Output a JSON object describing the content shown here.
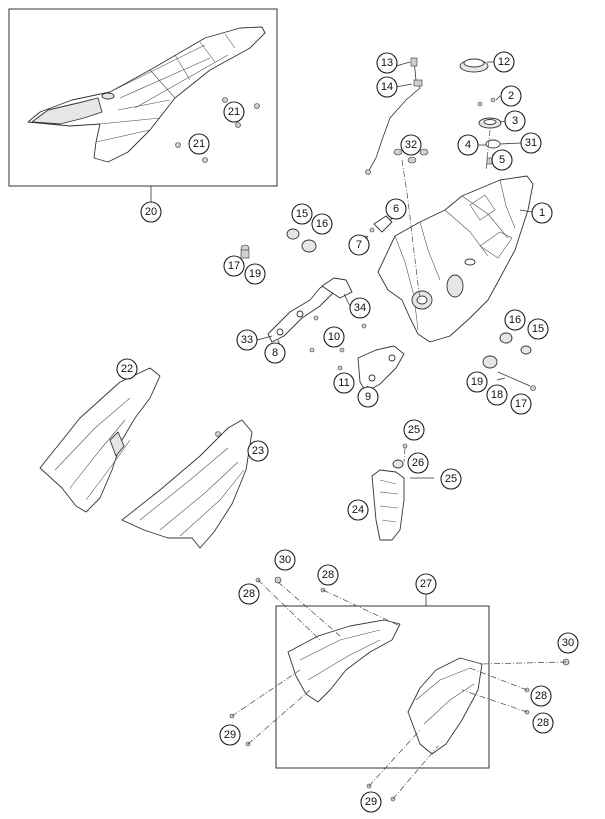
{
  "callouts": {
    "c1": "1",
    "c2": "2",
    "c3": "3",
    "c4": "4",
    "c5": "5",
    "c6": "6",
    "c7": "7",
    "c8": "8",
    "c9": "9",
    "c10": "10",
    "c11": "11",
    "c12": "12",
    "c13": "13",
    "c14": "14",
    "c15a": "15",
    "c15b": "15",
    "c16a": "16",
    "c16b": "16",
    "c17a": "17",
    "c17b": "17",
    "c18": "18",
    "c19a": "19",
    "c19b": "19",
    "c20": "20",
    "c21a": "21",
    "c21b": "21",
    "c22": "22",
    "c23": "23",
    "c24": "24",
    "c25a": "25",
    "c25b": "25",
    "c26": "26",
    "c27": "27",
    "c28a": "28",
    "c28b": "28",
    "c28c": "28",
    "c28d": "28",
    "c29a": "29",
    "c29b": "29",
    "c30a": "30",
    "c30b": "30",
    "c31": "31",
    "c32": "32",
    "c33": "33",
    "c34": "34"
  }
}
